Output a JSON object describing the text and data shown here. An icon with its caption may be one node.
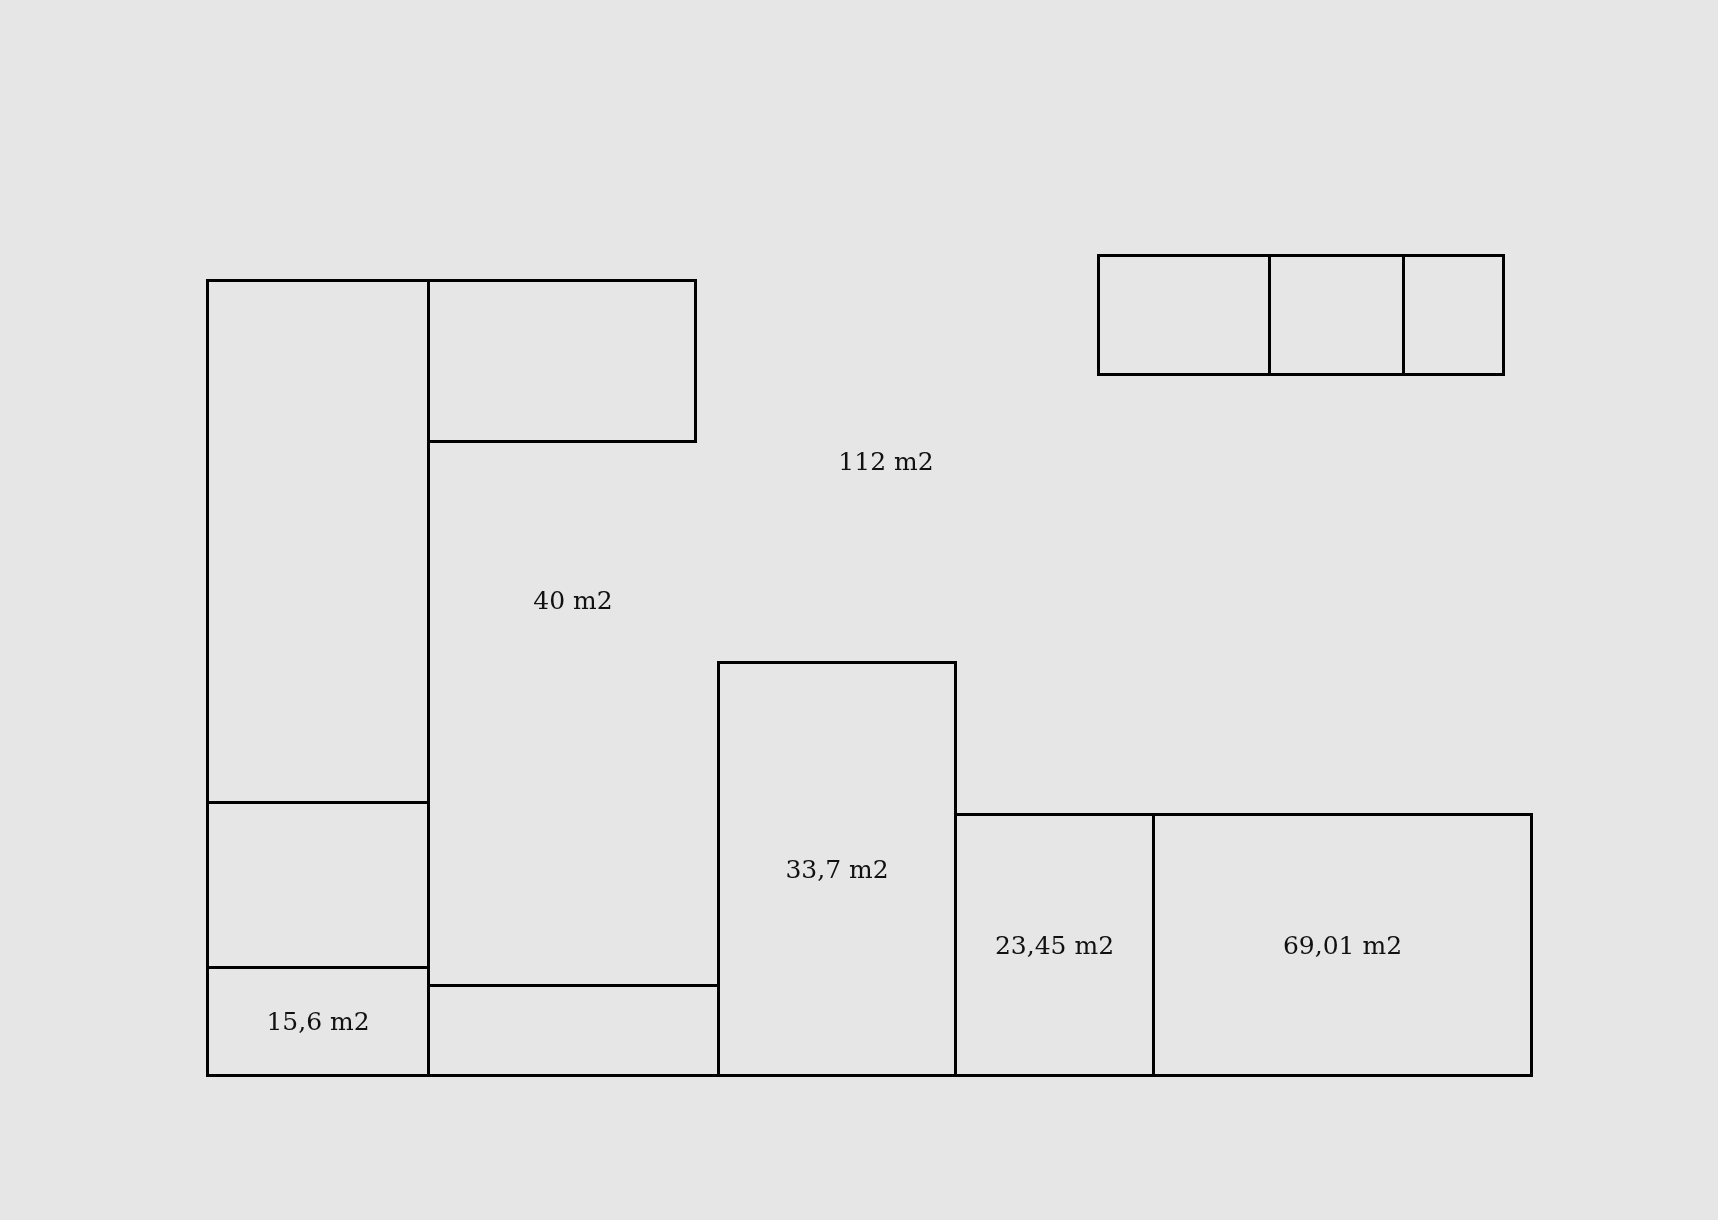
{
  "diagram": {
    "nodes": [
      {
        "text": [],
        "shape": "box"
      },
      {
        "text": [],
        "shape": "box"
      },
      {
        "text": [],
        "shape": "box"
      },
      {
        "text": [],
        "shape": "box"
      },
      {
        "text": [],
        "shape": "box"
      },
      {
        "text": [
          "33,7 m2"
        ]
      },
      {
        "text": [],
        "shape": "box"
      },
      {
        "text": [
          "23,45 m2"
        ]
      },
      {
        "text": [
          "69,01 m2"
        ]
      },
      {
        "text": [
          "15,6 m2"
        ]
      },
      {
        "text": [],
        "shape": "box"
      }
    ],
    "labels": [
      "112 m2",
      "40 m2"
    ]
  }
}
